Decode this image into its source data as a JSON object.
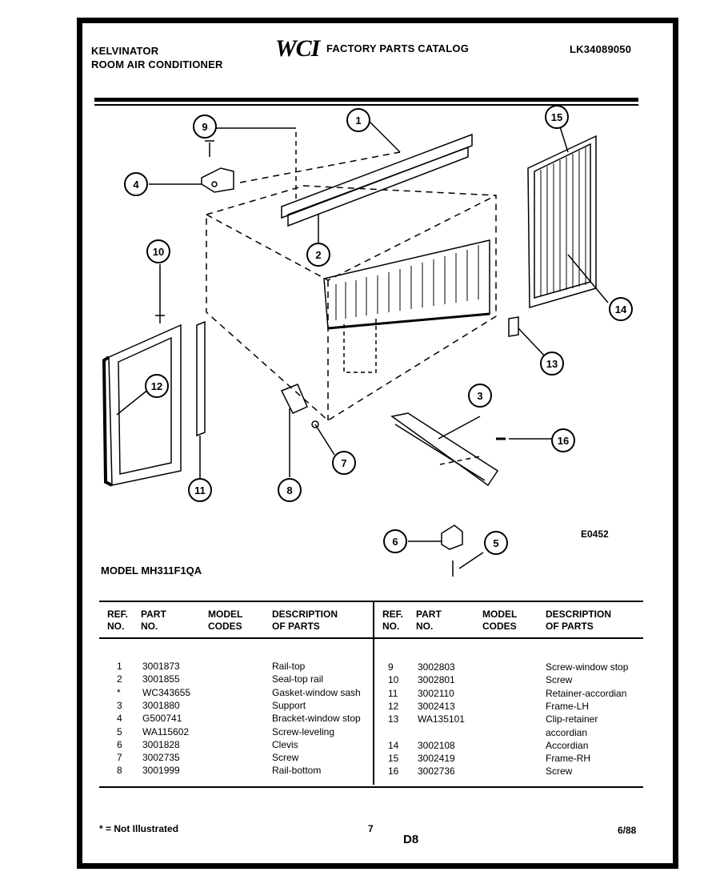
{
  "header": {
    "brand_line1": "KELVINATOR",
    "brand_line2": "ROOM AIR CONDITIONER",
    "logo": "WCI",
    "catalog_title": "FACTORY PARTS CATALOG",
    "catalog_number": "LK34089050"
  },
  "diagram": {
    "callouts": [
      "1",
      "2",
      "3",
      "4",
      "5",
      "6",
      "7",
      "8",
      "9",
      "10",
      "11",
      "12",
      "13",
      "14",
      "15",
      "16"
    ],
    "drawing_code": "E0452"
  },
  "model_line": "MODEL MH311F1QA",
  "table": {
    "headers": {
      "ref": [
        "REF.",
        "NO."
      ],
      "part": [
        "PART",
        "NO."
      ],
      "model": [
        "MODEL",
        "CODES"
      ],
      "desc": [
        "DESCRIPTION",
        "OF PARTS"
      ]
    },
    "left_rows": [
      {
        "ref": "1",
        "part": "3001873",
        "codes": "",
        "desc": "Rail-top"
      },
      {
        "ref": "2",
        "part": "3001855",
        "codes": "",
        "desc": "Seal-top rail"
      },
      {
        "ref": "*",
        "part": "WC343655",
        "codes": "",
        "desc": "Gasket-window sash"
      },
      {
        "ref": "3",
        "part": "3001880",
        "codes": "",
        "desc": "Support"
      },
      {
        "ref": "4",
        "part": "G500741",
        "codes": "",
        "desc": "Bracket-window stop"
      },
      {
        "ref": "5",
        "part": "WA115602",
        "codes": "",
        "desc": "Screw-leveling"
      },
      {
        "ref": "6",
        "part": "3001828",
        "codes": "",
        "desc": "Clevis"
      },
      {
        "ref": "7",
        "part": "3002735",
        "codes": "",
        "desc": "Screw"
      },
      {
        "ref": "8",
        "part": "3001999",
        "codes": "",
        "desc": "Rail-bottom"
      }
    ],
    "right_rows": [
      {
        "ref": "9",
        "part": "3002803",
        "codes": "",
        "desc": "Screw-window stop"
      },
      {
        "ref": "10",
        "part": "3002801",
        "codes": "",
        "desc": "Screw"
      },
      {
        "ref": "11",
        "part": "3002110",
        "codes": "",
        "desc": "Retainer-accordian"
      },
      {
        "ref": "12",
        "part": "3002413",
        "codes": "",
        "desc": "Frame-LH"
      },
      {
        "ref": "13",
        "part": "WA135101",
        "codes": "",
        "desc": "Clip-retainer"
      },
      {
        "ref": "",
        "part": "",
        "codes": "",
        "desc": "accordian"
      },
      {
        "ref": "14",
        "part": "3002108",
        "codes": "",
        "desc": "Accordian"
      },
      {
        "ref": "15",
        "part": "3002419",
        "codes": "",
        "desc": "Frame-RH"
      },
      {
        "ref": "16",
        "part": "3002736",
        "codes": "",
        "desc": "Screw"
      }
    ]
  },
  "footer": {
    "note": "* = Not Illustrated",
    "page_number": "7",
    "section": "D8",
    "date": "6/88"
  }
}
